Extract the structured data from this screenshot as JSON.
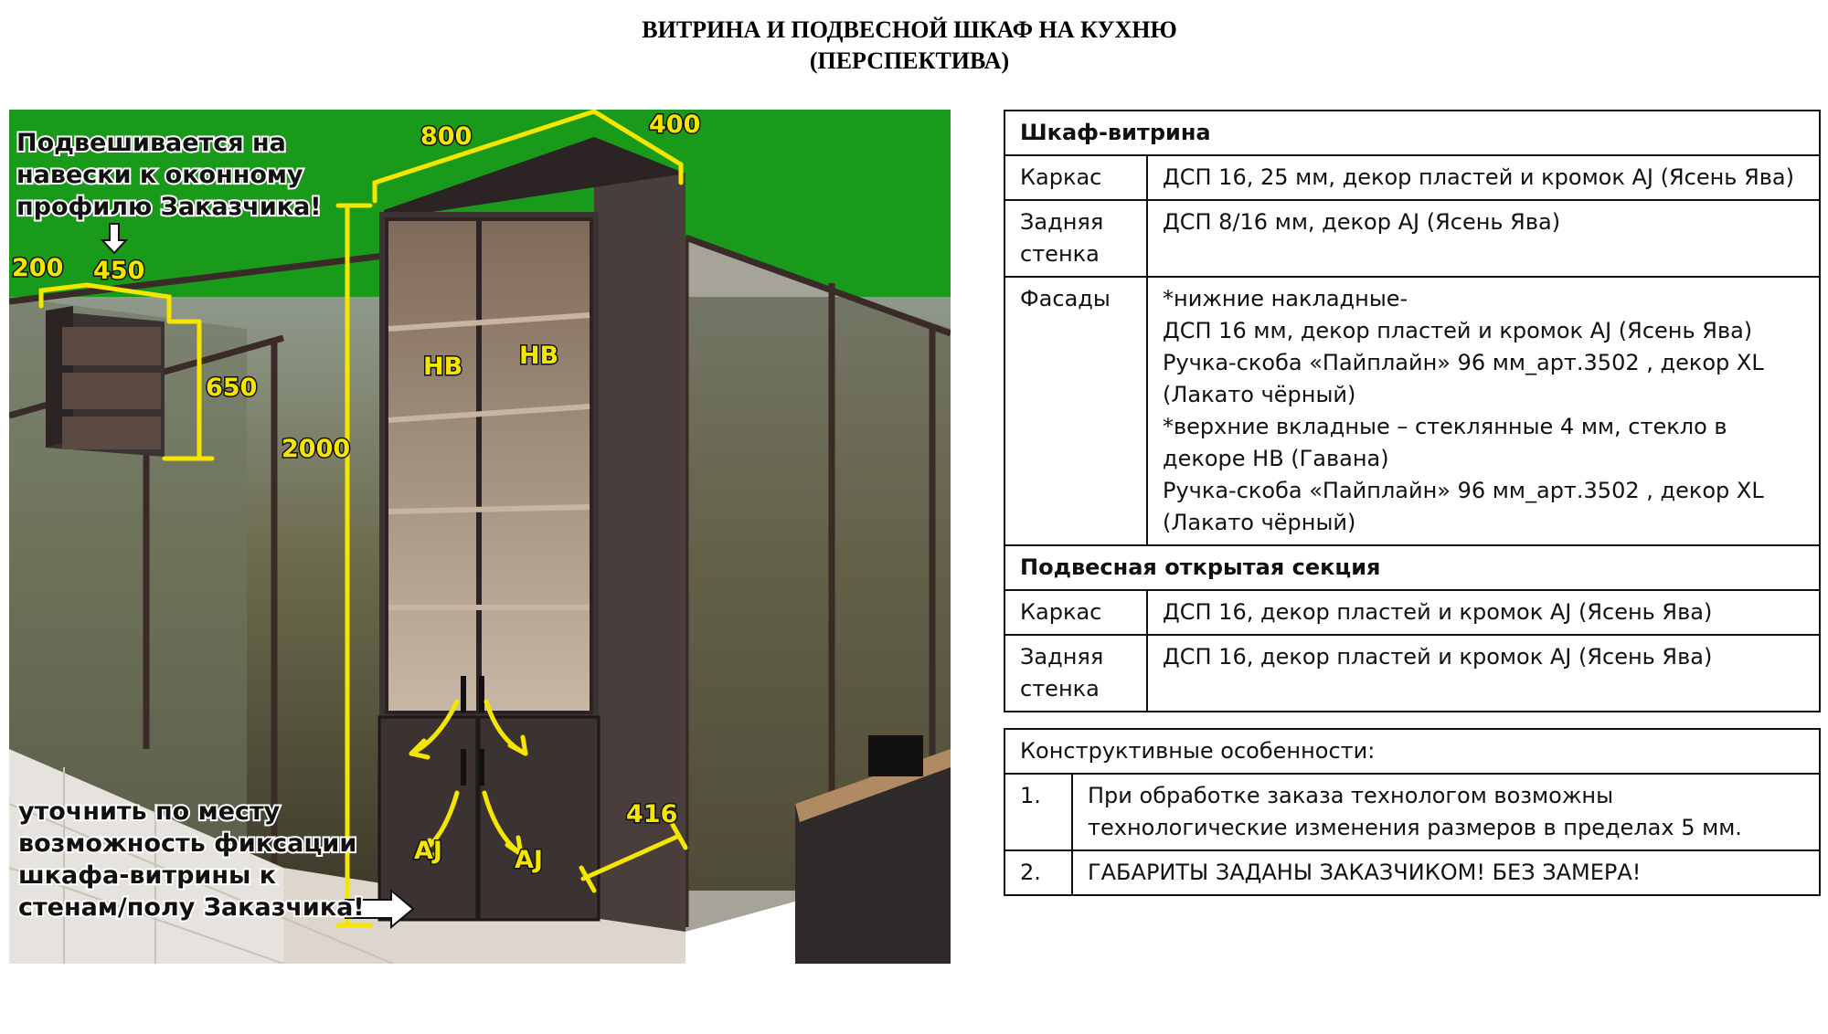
{
  "title": {
    "line1": "ВИТРИНА И ПОДВЕСНОЙ ШКАФ НА КУХНЮ",
    "line2": "(ПЕРСПЕКТИВА)"
  },
  "drawing": {
    "note_hanging": [
      "Подвешивается на",
      "навески к оконному",
      "профилю Заказчика!"
    ],
    "note_fix": [
      "уточнить по месту",
      "возможность фиксации",
      "шкафа-витрины к",
      "стенам/полу Заказчика!"
    ],
    "dims": {
      "wall_depth": "200",
      "wall_width": "450",
      "wall_height": "650",
      "cab_width": "800",
      "cab_depth": "400",
      "cab_height": "2000",
      "base_depth": "416"
    },
    "facade_top_left": "НВ",
    "facade_top_right": "НВ",
    "facade_bottom_left": "AJ",
    "facade_bottom_right": "AJ"
  },
  "spec": {
    "section1": "Шкаф-витрина",
    "rows1": [
      {
        "label": "Каркас",
        "value": "ДСП 16, 25 мм, декор пластей и кромок AJ (Ясень Ява)"
      },
      {
        "label": "Задняя\nстенка",
        "value": "ДСП 8/16 мм, декор AJ (Ясень Ява)"
      },
      {
        "label": "Фасады",
        "value": "*нижние накладные-\nДСП 16 мм, декор пластей и кромок AJ (Ясень Ява)\nРучка-скоба «Пайплайн» 96 мм_арт.3502 , декор XL\n(Лакато чёрный)\n*верхние вкладные – стеклянные 4 мм, стекло в\nдекоре НВ (Гавана)\nРучка-скоба «Пайплайн» 96 мм_арт.3502 , декор XL\n(Лакато чёрный)"
      }
    ],
    "section2": "Подвесная открытая секция",
    "rows2": [
      {
        "label": "Каркас",
        "value": "ДСП 16, декор пластей и кромок AJ (Ясень Ява)"
      },
      {
        "label": "Задняя\nстенка",
        "value": "ДСП 16, декор пластей и кромок AJ (Ясень Ява)"
      }
    ]
  },
  "notes": {
    "heading": "Конструктивные особенности:",
    "items": [
      {
        "num": "1.",
        "text": "При обработке заказа технологом возможны\nтехнологические изменения размеров в пределах 5 мм."
      },
      {
        "num": "2.",
        "text": "ГАБАРИТЫ ЗАДАНЫ ЗАКАЗЧИКОМ! БЕЗ ЗАМЕРА!"
      }
    ]
  },
  "colors": {
    "wall_green": "#1a9a1a",
    "dim_yellow": "#f5e600",
    "wood_dark": "#3b3232",
    "floor": "#e6e2dd"
  }
}
